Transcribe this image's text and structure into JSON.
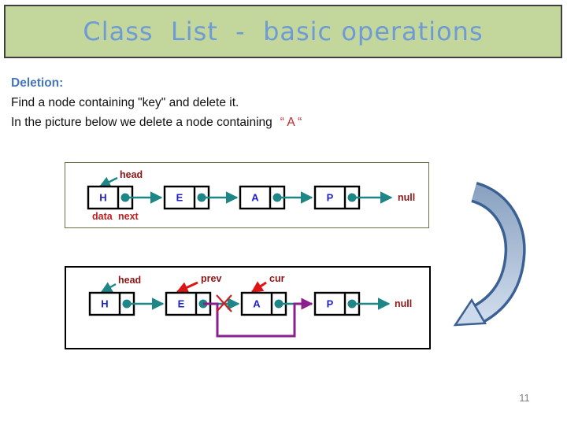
{
  "slide": {
    "title": "Class  List  -  basic operations",
    "page_number": "11"
  },
  "body_text": {
    "heading": "Deletion:",
    "line1": "Find a node containing \"key\" and delete it.",
    "line2_prefix": "In the picture below we delete a node containing",
    "line2_highlight": "“ A “"
  },
  "diagram_top": {
    "nodes": [
      "H",
      "E",
      "A",
      "P"
    ],
    "pointer_labels": {
      "head": "head",
      "data": "data",
      "next": "next",
      "null": "null"
    }
  },
  "diagram_bottom": {
    "nodes": [
      "H",
      "E",
      "A",
      "P"
    ],
    "pointer_labels": {
      "head": "head",
      "prev": "prev",
      "cur": "cur",
      "null": "null"
    }
  },
  "colors": {
    "title_bg": "#c3d69b",
    "title_border": "#3f3f3f",
    "title_text": "#6e9bd3",
    "heading_blue": "#4576b9",
    "body_text": "#111111",
    "highlight_red": "#c1272d",
    "pointer_teal": "#1e8686",
    "bypass_purple": "#8a1f8f",
    "pointer_red": "#dd1414",
    "cross_red": "#cc2020",
    "label_dark_red": "#8e1515",
    "sub_label_red": "#c02020",
    "node_letter_blue": "#2121cc",
    "diagram1_border": "#6e6e46",
    "diagram2_border": "#000000",
    "curved_arrow_fill_top": "#8ca4c2",
    "curved_arrow_fill_bottom": "#cddaeb",
    "curved_arrow_outline": "#3a6094",
    "page_number_gray": "#7f7f7f"
  }
}
